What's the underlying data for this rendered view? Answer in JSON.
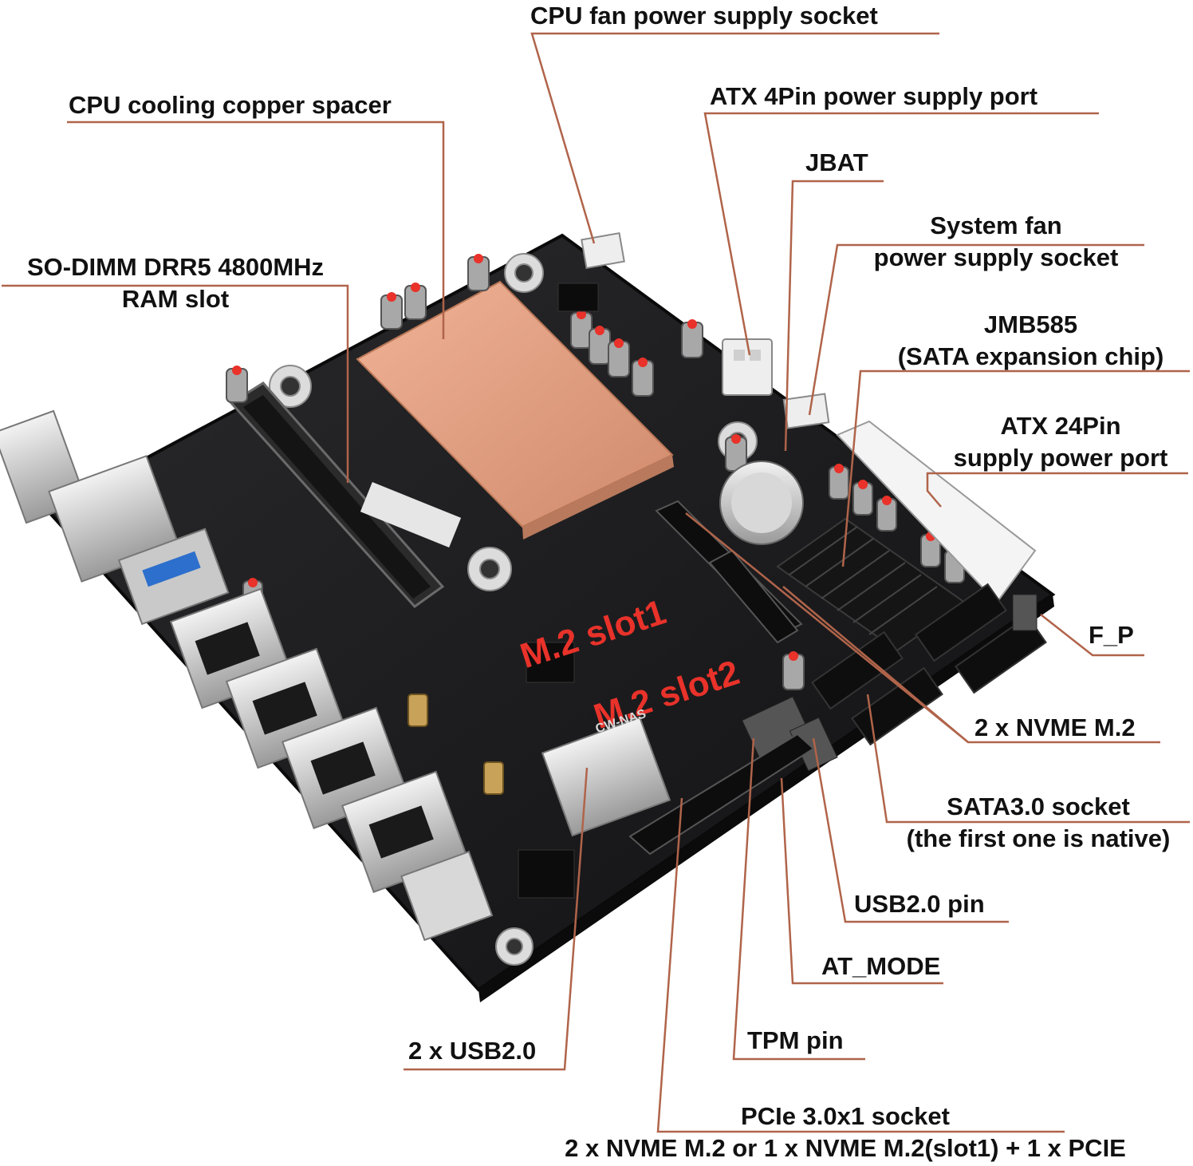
{
  "board": {
    "silkscreen_model": "CW-NAS",
    "slot_marks": [
      "M.2 slot1",
      "M.2 slot2"
    ]
  },
  "labels": {
    "cpu_fan": "CPU fan power supply socket",
    "atx4": "ATX 4Pin power supply port",
    "jbat": "JBAT",
    "sys_fan_1": "System fan",
    "sys_fan_2": "power supply socket",
    "jmb_1": "JMB585",
    "jmb_2": "(SATA expansion chip)",
    "atx24_1": "ATX 24Pin",
    "atx24_2": "supply power port",
    "fp": "F_P",
    "nvme": "2 x NVME M.2",
    "sata_1": "SATA3.0 socket",
    "sata_2": "(the first one is native)",
    "usb_pin": "USB2.0 pin",
    "at_mode": "AT_MODE",
    "tpm": "TPM pin",
    "pcie_1": "PCIe 3.0x1 socket",
    "pcie_2": "2 x NVME M.2 or 1 x NVME M.2(slot1) + 1 x PCIE",
    "usb2": "2 x USB2.0",
    "ram_1": "SO-DIMM DRR5 4800MHz",
    "ram_2": "RAM slot",
    "copper": "CPU cooling copper spacer"
  },
  "colors": {
    "leader_line": "#b0644a",
    "pcb": "#1c1c1e",
    "copper": "#e0a083",
    "slot_text": "#e8322a",
    "connector_white": "#eeeeee"
  }
}
